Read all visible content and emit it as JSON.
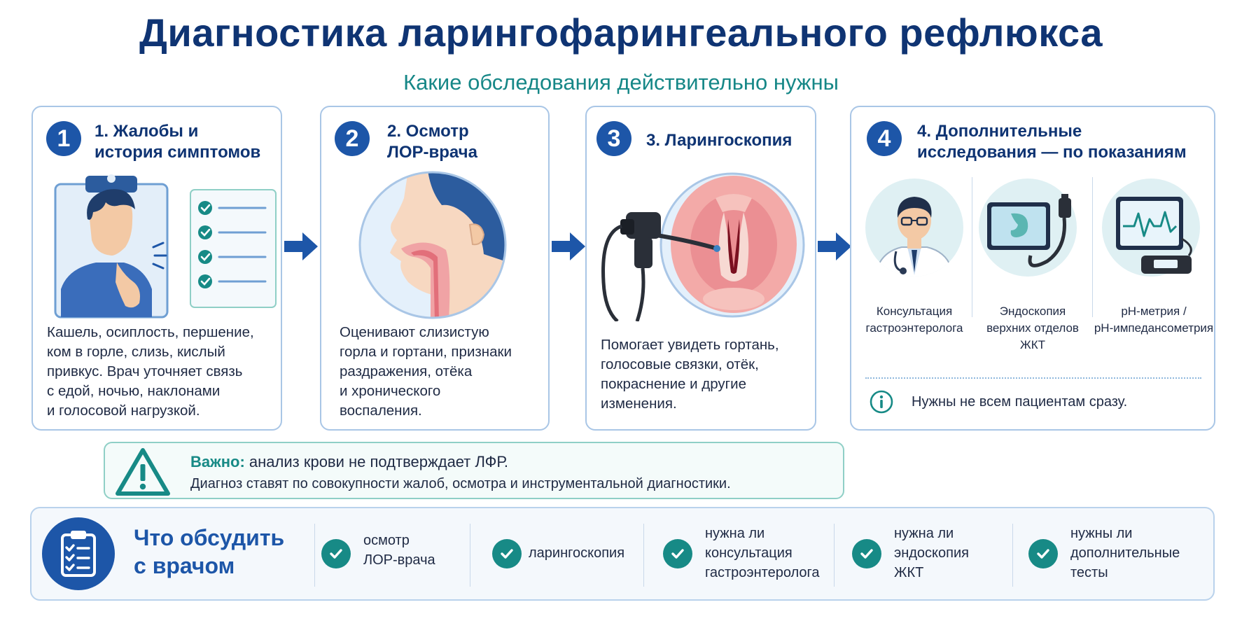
{
  "title": "Диагностика ларингофарингеального рефлюкса",
  "subtitle": "Какие обследования действительно нужны",
  "steps": [
    {
      "number": "1",
      "title_lines": [
        "1. Жалобы и",
        "история симптомов"
      ],
      "text_lines": [
        "Кашель, осиплость, першение,",
        "ком в горле, слизь, кислый",
        "привкус. Врач уточняет связь",
        "с едой, ночью, наклонами",
        "и голосовой нагрузкой."
      ]
    },
    {
      "number": "2",
      "title_lines": [
        "2. Осмотр",
        "ЛОР-врача"
      ],
      "text_lines": [
        "Оценивают слизистую",
        "горла и гортани, признаки",
        "раздражения, отёка",
        "и хронического",
        "воспаления."
      ]
    },
    {
      "number": "3",
      "title_lines": [
        "3. Ларингоскопия"
      ],
      "text_lines": [
        "Помогает увидеть гортань,",
        "голосовые связки, отёк,",
        "покраснение и другие",
        "изменения."
      ]
    },
    {
      "number": "4",
      "title_lines": [
        "4. Дополнительные",
        "исследования — по показаниям"
      ],
      "sub_items": [
        {
          "lines": [
            "Консультация",
            "гастроэнтеролога"
          ]
        },
        {
          "lines": [
            "Эндоскопия",
            "верхних отделов",
            "ЖКТ"
          ]
        },
        {
          "lines": [
            "pH-метрия /",
            "pH-импедансометрия"
          ]
        }
      ],
      "note": "Нужны не всем пациентам сразу."
    }
  ],
  "important": {
    "label": "Важно:",
    "line1": " анализ крови не подтверждает ЛФР.",
    "line2": "Диагноз ставят по совокупности жалоб, осмотра и инструментальной диагностики."
  },
  "discuss": {
    "title_lines": [
      "Что обсудить",
      "с врачом"
    ],
    "items": [
      {
        "lines": [
          "осмотр",
          "ЛОР-врача"
        ]
      },
      {
        "lines": [
          "ларингоскопия"
        ]
      },
      {
        "lines": [
          "нужна ли",
          "консультация",
          "гастроэнтеролога"
        ]
      },
      {
        "lines": [
          "нужна ли",
          "эндоскопия",
          "ЖКТ"
        ]
      },
      {
        "lines": [
          "нужны ли",
          "дополнительные",
          "тесты"
        ]
      }
    ]
  },
  "colors": {
    "navy": "#0f3473",
    "teal": "#178a86",
    "blue": "#1d56a8",
    "card_border": "#a9c6e6"
  }
}
